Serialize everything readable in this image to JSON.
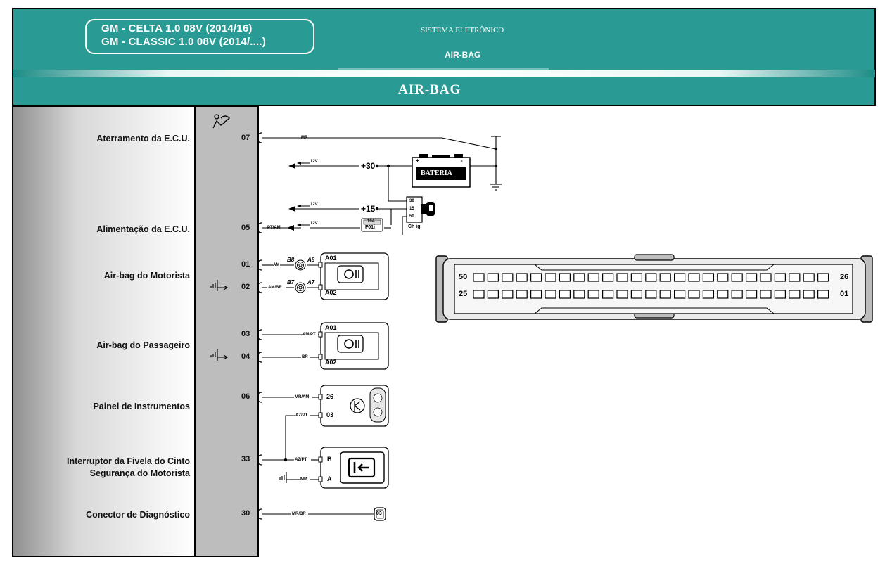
{
  "header": {
    "model_line_1": "GM - CELTA     1.0 08V (2014/16)",
    "model_line_2": "GM - CLASSIC 1.0 08V (2014/....)",
    "system_label": "SISTEMA ELETRÔNICO",
    "system_name": "AIR-BAG",
    "title": "AIR-BAG",
    "colors": {
      "teal": "#2a9a94",
      "teal_light": "#8fd0cc",
      "panel_gray": "#bdbdbd"
    }
  },
  "circuits": [
    {
      "label": "Aterramento da E.C.U.",
      "pin": "07",
      "wire": "MR"
    },
    {
      "label": "Alimentação da E.C.U.",
      "pin": "05",
      "wire": "PT/AM"
    },
    {
      "label": "Air-bag do Motorista",
      "pins": [
        "01",
        "02"
      ],
      "wires": [
        "AM",
        "AM/BR"
      ]
    },
    {
      "label": "Air-bag do Passageiro",
      "pins": [
        "03",
        "04"
      ],
      "wires": [
        "AM/PT",
        "BR"
      ]
    },
    {
      "label": "Painel de Instrumentos",
      "pin": "06",
      "wire": "MR/AM"
    },
    {
      "label_lines": [
        "Interruptor da Fivela do Cinto",
        "Segurança do Motorista"
      ],
      "pin": "33",
      "wire": "AZ/PT"
    },
    {
      "label": "Conector de Diagnóstico",
      "pin": "30",
      "wire": "MR/BR"
    }
  ],
  "supply": {
    "v30": "+30",
    "v15": "+15",
    "volt": "12V",
    "battery": "BATERIA",
    "fuse_rating": "10A",
    "fuse_id": "F01i",
    "ignition_label": "Ch ig",
    "ignition_terminals": [
      "30",
      "15",
      "50"
    ]
  },
  "components": {
    "driver_airbag": {
      "terminals": [
        "A01",
        "A02"
      ],
      "clock_spring": [
        "B8",
        "A8",
        "B7",
        "A7"
      ]
    },
    "passenger_airbag": {
      "terminals": [
        "A01",
        "A02"
      ]
    },
    "cluster": {
      "terminals": [
        "26",
        "03"
      ]
    },
    "buckle_switch": {
      "terminals": [
        "B",
        "A"
      ]
    },
    "diag_connector": {
      "pin": "03"
    }
  },
  "ecu_connector": {
    "left_top": "50",
    "left_bottom": "25",
    "right_top": "26",
    "right_bottom": "01",
    "pins_per_row": 25
  },
  "wire_labels": {
    "mr": "MR",
    "az_pt": "AZ/PT"
  }
}
